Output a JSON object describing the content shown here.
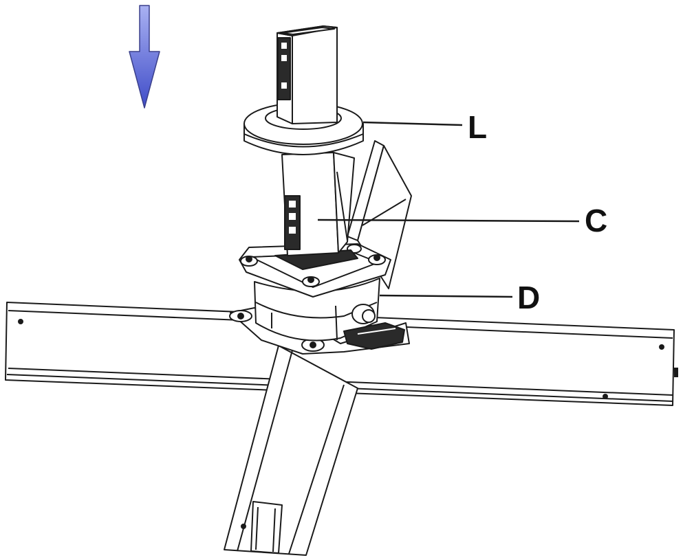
{
  "callouts": {
    "l": "L",
    "c": "C",
    "d": "D"
  },
  "colors": {
    "arrow_fill_top": "#a9b1f2",
    "arrow_fill_bottom": "#3f4cc8",
    "line": "#1a1a1a",
    "dark_part": "#2a2a2a"
  },
  "icons": {
    "direction_arrow": "arrow-down-icon"
  }
}
